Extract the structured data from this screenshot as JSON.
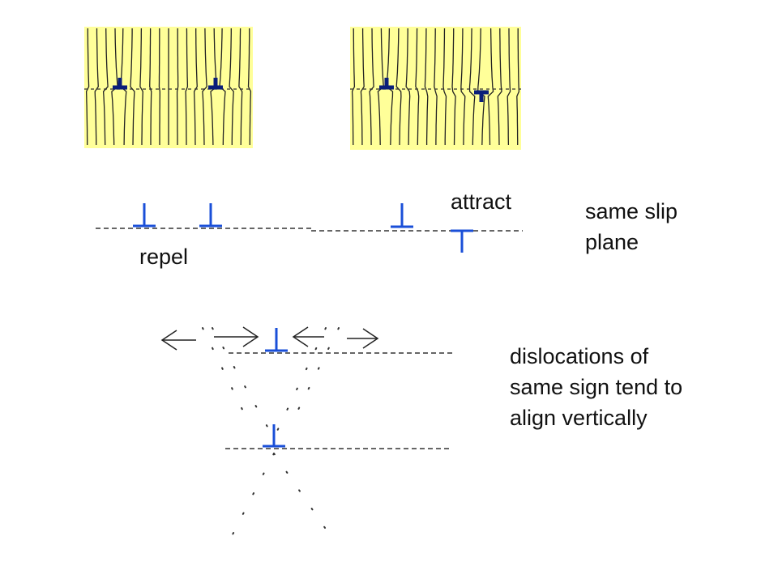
{
  "colors": {
    "lattice_bg": "#ffff99",
    "lattice_line": "#222222",
    "dislocation_dark": "#0a1e7a",
    "dislocation_blue": "#1a4fd8",
    "text": "#111111"
  },
  "panels": [
    {
      "name": "same-sign-lattice",
      "symbols": [
        "edge-dislocation-up",
        "edge-dislocation-up"
      ]
    },
    {
      "name": "opposite-sign-lattice",
      "symbols": [
        "edge-dislocation-up",
        "edge-dislocation-down"
      ]
    }
  ],
  "labels": {
    "same_slip_line1": "same slip",
    "same_slip_line2": "plane",
    "attract": "attract",
    "repel": "repel",
    "align_line1": "dislocations of",
    "align_line2": "same sign tend to",
    "align_line3": "align vertically"
  }
}
